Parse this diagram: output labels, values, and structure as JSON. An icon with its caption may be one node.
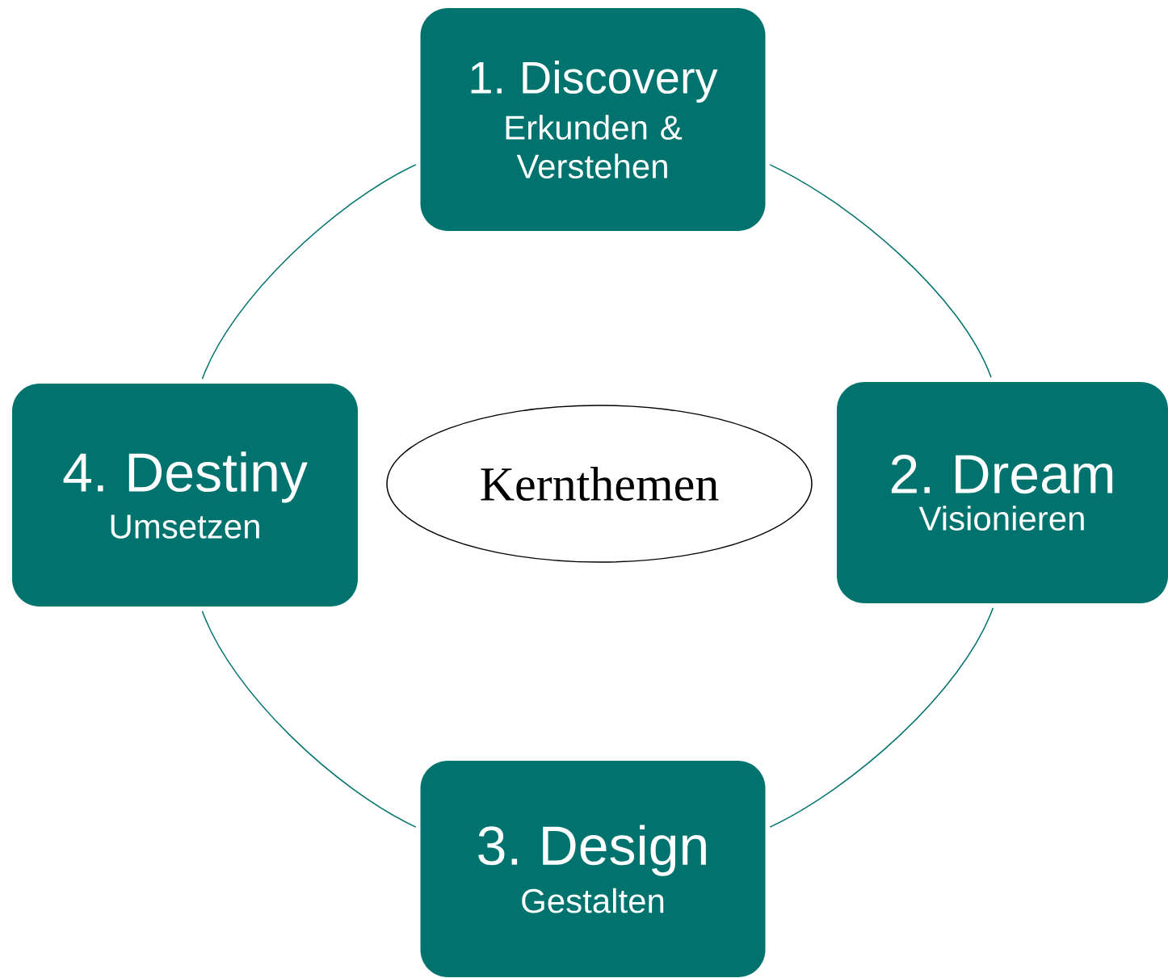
{
  "diagram": {
    "nodes": [
      {
        "text": [
          "1. Discovery",
          "Erkunden & Verstehen"
        ]
      },
      {
        "text": [
          "2. Dream",
          "Visionieren"
        ]
      },
      {
        "text": [
          "3. Design",
          "Gestalten"
        ]
      },
      {
        "text": [
          "4. Destiny",
          "Umsetzen"
        ]
      },
      {
        "text": [
          "Kernthemen"
        ]
      }
    ],
    "edges": [
      {
        "from": 0,
        "to": 1,
        "arrow": "none"
      },
      {
        "from": 1,
        "to": 2,
        "arrow": "none"
      },
      {
        "from": 2,
        "to": 3,
        "arrow": "none"
      },
      {
        "from": 3,
        "to": 0,
        "arrow": "none"
      }
    ]
  }
}
